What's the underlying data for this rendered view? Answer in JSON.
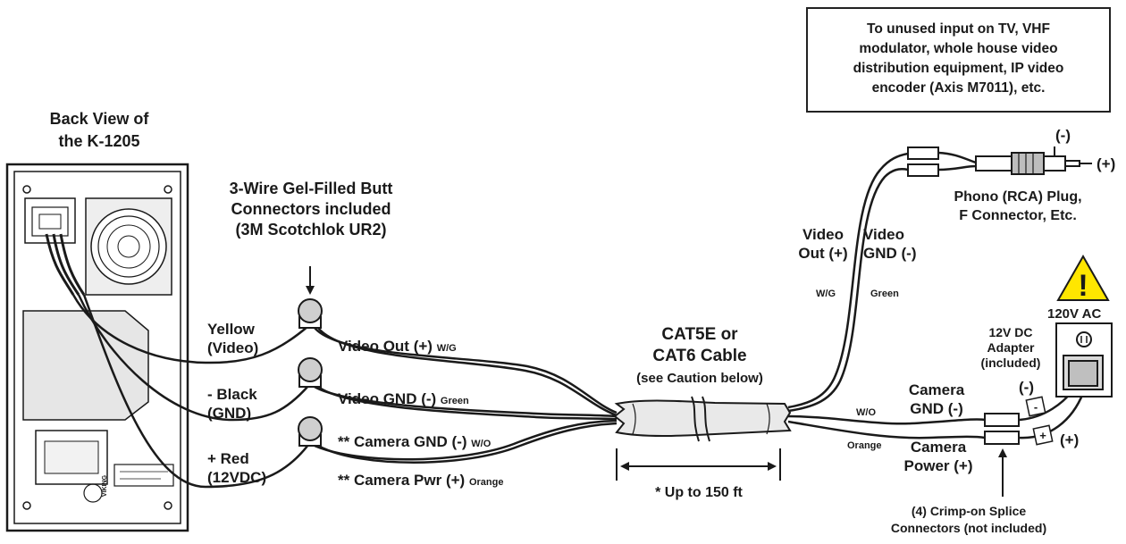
{
  "note_box": {
    "lines": [
      "To unused input on TV, VHF",
      "modulator, whole house video",
      "distribution equipment, IP video",
      "encoder (Axis M7011), etc."
    ]
  },
  "panel": {
    "title_line1": "Back View of",
    "title_line2": "the K-1205"
  },
  "connectors_note": {
    "line1": "3-Wire Gel-Filled Butt",
    "line2": "Connectors included",
    "line3": "(3M Scotchlok UR2)"
  },
  "left_wires": {
    "yellow": [
      "Yellow",
      "(Video)"
    ],
    "black": [
      "- Black",
      "(GND)"
    ],
    "red": [
      "+ Red",
      "(12VDC)"
    ]
  },
  "cat5_wires": {
    "video_out": "Video Out (+)",
    "video_out_color": "W/G",
    "video_gnd": "Video GND (-)",
    "video_gnd_color": "Green",
    "camera_gnd": "** Camera GND (-)",
    "camera_gnd_color": "W/O",
    "camera_pwr": "** Camera Pwr (+)",
    "camera_pwr_color": "Orange"
  },
  "cable": {
    "line1": "CAT5E or",
    "line2": "CAT6 Cable",
    "line3": "(see Caution below)",
    "length": "* Up to 150 ft"
  },
  "video_out_side": {
    "video_out": [
      "Video",
      "Out (+)"
    ],
    "video_gnd": [
      "Video",
      "GND (-)"
    ],
    "wg": "W/G",
    "green": "Green"
  },
  "plug": {
    "minus": "(-)",
    "plus": "(+)",
    "label_line1": "Phono (RCA) Plug,",
    "label_line2": "F Connector, Etc."
  },
  "power": {
    "ac": "120V AC",
    "adapter": [
      "12V DC",
      "Adapter",
      "(included)"
    ],
    "warning_symbol": "!",
    "minus": "(-)",
    "plus": "(+)",
    "camera_gnd": [
      "Camera",
      "GND (-)"
    ],
    "camera_power": [
      "Camera",
      "Power (+)"
    ],
    "wo": "W/O",
    "orange": "Orange",
    "minus_sign": "-",
    "plus_sign": "+"
  },
  "splice": {
    "line1": "(4) Crimp-on Splice",
    "line2": "Connectors (not included)"
  },
  "unit_brand": "VIKING",
  "colors": {
    "line": "#1a1a1a",
    "warning_yellow": "#ffe600",
    "gray": "#d9d9d9"
  }
}
